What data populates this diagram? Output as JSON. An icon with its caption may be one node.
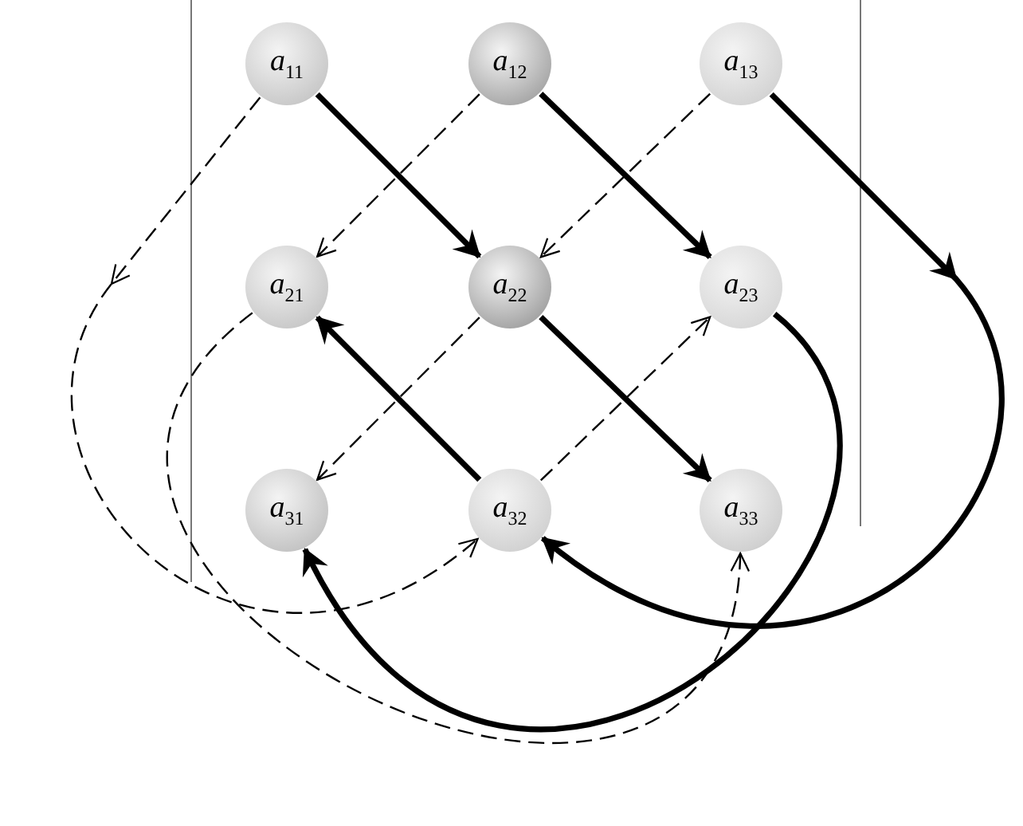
{
  "diagram": {
    "nodes": [
      {
        "text": [
          "*a*$_{11}$"
        ]
      },
      {
        "text": [
          "*a*$_{12}$"
        ]
      },
      {
        "text": [
          "*a*$_{13}$"
        ]
      },
      {
        "text": [
          "*a*$_{21}$"
        ]
      },
      {
        "text": [
          "*a*$_{22}$"
        ]
      },
      {
        "text": [
          "*a*$_{23}$"
        ]
      },
      {
        "text": [
          "*a*$_{31}$"
        ]
      },
      {
        "text": [
          "*a*$_{32}$"
        ]
      },
      {
        "text": [
          "*a*$_{33}$"
        ]
      }
    ],
    "edges": [
      {
        "from": 0,
        "to": 4,
        "arrow": "to",
        "style": "thick"
      },
      {
        "from": 4,
        "to": 8,
        "arrow": "to",
        "style": "thick"
      },
      {
        "from": 1,
        "to": 5,
        "arrow": "to",
        "style": "thick"
      },
      {
        "from": 5,
        "to": 6,
        "arrow": "to",
        "style": "thick"
      },
      {
        "from": 2,
        "to": 7,
        "arrow": "to",
        "style": "thick"
      },
      {
        "from": 7,
        "to": 3,
        "arrow": "to",
        "style": "thick"
      },
      {
        "from": 2,
        "to": 4,
        "arrow": "to",
        "style": "dashed"
      },
      {
        "from": 4,
        "to": 6,
        "arrow": "to",
        "style": "dashed"
      },
      {
        "from": 1,
        "to": 3,
        "arrow": "to",
        "style": "dashed"
      },
      {
        "from": 3,
        "to": 8,
        "arrow": "to",
        "style": "dashed"
      },
      {
        "from": 0,
        "to": 7,
        "arrow": "to",
        "style": "dashed"
      },
      {
        "from": 7,
        "to": 5,
        "arrow": "to",
        "style": "dashed"
      }
    ]
  }
}
